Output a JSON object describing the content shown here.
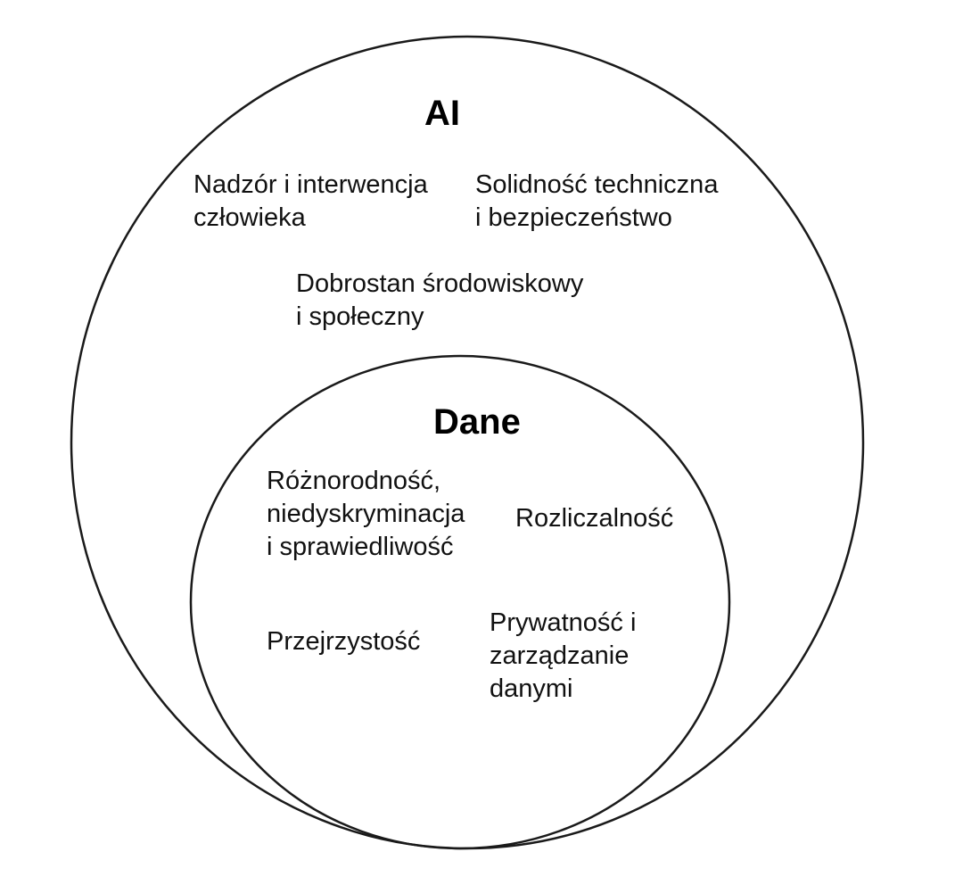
{
  "outer_circle": {
    "title": "AI",
    "items": [
      [
        "Nadzór i interwencja",
        "człowieka"
      ],
      [
        "Solidność techniczna",
        "i bezpieczeństwo"
      ],
      [
        "Dobrostan środowiskowy",
        "i społeczny"
      ]
    ]
  },
  "inner_circle": {
    "title": "Dane",
    "items": [
      [
        "Różnorodność,",
        "niedyskryminacja",
        "i sprawiedliwość"
      ],
      [
        "Rozliczalność"
      ],
      [
        "Przejrzystość"
      ],
      [
        "Prywatność i",
        "zarządzanie",
        "danymi"
      ]
    ]
  }
}
